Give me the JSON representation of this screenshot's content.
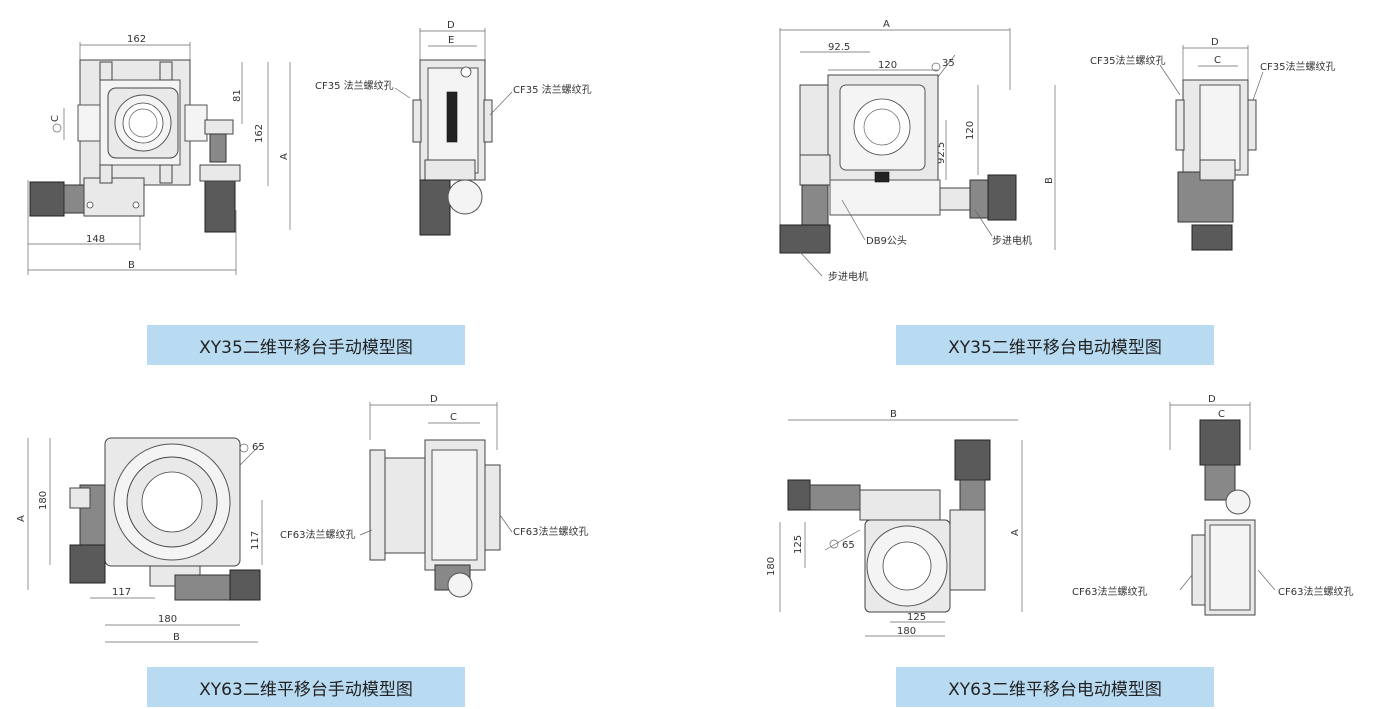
{
  "panels": [
    {
      "caption": "XY35二维平移台手动模型图",
      "top_view": {
        "dims": [
          "162",
          "162",
          "81",
          "C",
          "148",
          "B",
          "A"
        ]
      },
      "side_view": {
        "dims": [
          "D",
          "E"
        ],
        "callouts": [
          "CF35 法兰螺纹孔",
          "CF35 法兰螺纹孔"
        ]
      }
    },
    {
      "caption": "XY35二维平移台电动模型图",
      "top_view": {
        "dims": [
          "A",
          "92.5",
          "120",
          "35",
          "120",
          "92.5",
          "B"
        ],
        "callouts": [
          "DB9公头",
          "步进电机",
          "步进电机"
        ]
      },
      "side_view": {
        "dims": [
          "D",
          "C"
        ],
        "callouts": [
          "CF35法兰螺纹孔",
          "CF35法兰螺纹孔"
        ]
      }
    },
    {
      "caption": "XY63二维平移台手动模型图",
      "top_view": {
        "dims": [
          "65",
          "180",
          "A",
          "117",
          "117",
          "180",
          "B"
        ]
      },
      "side_view": {
        "dims": [
          "D",
          "C"
        ],
        "callouts": [
          "CF63法兰螺纹孔",
          "CF63法兰螺纹孔"
        ]
      }
    },
    {
      "caption": "XY63二维平移台电动模型图",
      "top_view": {
        "dims": [
          "B",
          "65",
          "125",
          "180",
          "A",
          "125",
          "180"
        ]
      },
      "side_view": {
        "dims": [
          "D",
          "C"
        ],
        "callouts": [
          "CF63法兰螺纹孔",
          "CF63法兰螺纹孔"
        ]
      }
    }
  ]
}
